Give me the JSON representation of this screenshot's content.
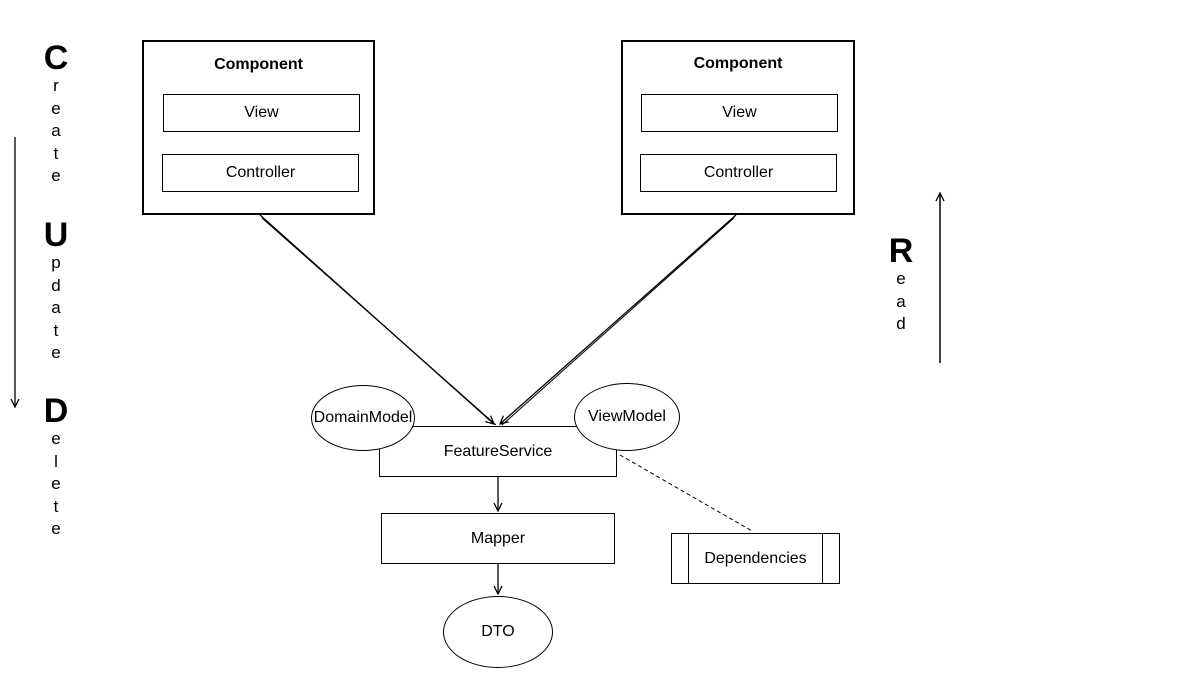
{
  "components": [
    {
      "title": "Component",
      "view_label": "View",
      "controller_label": "Controller"
    },
    {
      "title": "Component",
      "view_label": "View",
      "controller_label": "Controller"
    }
  ],
  "feature_service": "FeatureService",
  "domain_model": "DomainModel",
  "view_model": "ViewModel",
  "mapper": "Mapper",
  "dto": "DTO",
  "dependencies": "Dependencies",
  "left_words": [
    {
      "cap": "C",
      "rest": [
        "r",
        "e",
        "a",
        "t",
        "e"
      ]
    },
    {
      "cap": "U",
      "rest": [
        "p",
        "d",
        "a",
        "t",
        "e"
      ]
    },
    {
      "cap": "D",
      "rest": [
        "e",
        "l",
        "e",
        "t",
        "e"
      ]
    }
  ],
  "right_words": [
    {
      "cap": "R",
      "rest": [
        "e",
        "a",
        "d"
      ]
    }
  ]
}
